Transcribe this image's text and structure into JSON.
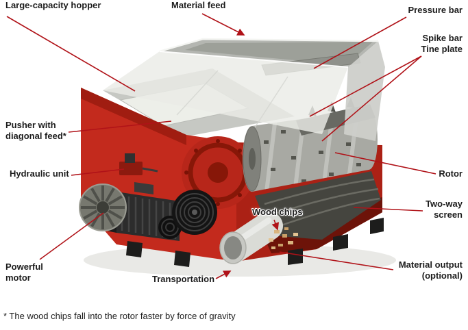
{
  "labels": {
    "hopper": "Large-capacity hopper",
    "material_feed": "Material feed",
    "pressure_bar": "Pressure bar",
    "spike_bar_tine_plate": "Spike bar\nTine plate",
    "pusher": "Pusher with\ndiagonal feed*",
    "hydraulic_unit": "Hydraulic unit",
    "rotor": "Rotor",
    "two_way_screen": "Two-way\nscreen",
    "wood_chips": "Wood chips",
    "powerful_motor": "Powerful\nmotor",
    "transportation": "Transportation",
    "material_output": "Material output\n(optional)",
    "footnote": "* The wood chips fall into the rotor faster by force of gravity"
  },
  "colors": {
    "leader_line": "#b01218",
    "machine_red": "#c32a1d",
    "label_text": "#1c1c1c"
  }
}
